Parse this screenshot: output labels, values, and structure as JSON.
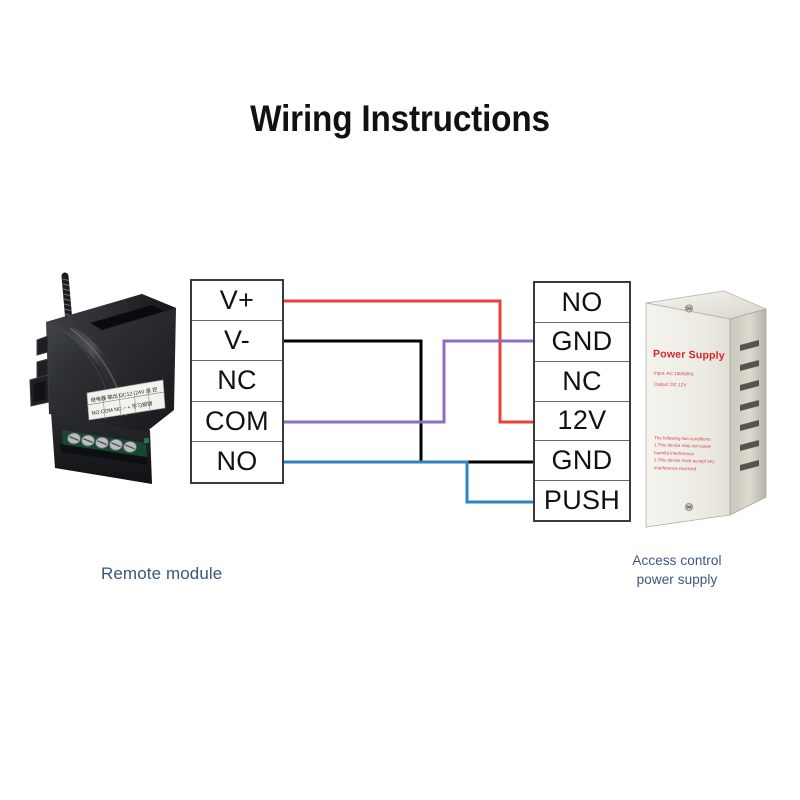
{
  "title": "Wiring Instructions",
  "left_block": {
    "name": "remote-module-terminals",
    "rows": [
      {
        "label": "V+"
      },
      {
        "label": "V-"
      },
      {
        "label": "NC"
      },
      {
        "label": "COM"
      },
      {
        "label": "NO"
      }
    ]
  },
  "right_block": {
    "name": "power-supply-terminals",
    "rows": [
      {
        "label": "NO"
      },
      {
        "label": "GND"
      },
      {
        "label": "NC"
      },
      {
        "label": "12V"
      },
      {
        "label": "GND"
      },
      {
        "label": "PUSH"
      }
    ]
  },
  "wires": [
    {
      "name": "wire-vplus-to-12v",
      "from": "V+",
      "to": "12V",
      "color": "#e8413c"
    },
    {
      "name": "wire-vminus-to-gnd",
      "from": "V-",
      "to": "GND",
      "color": "#000000"
    },
    {
      "name": "wire-com-to-gnd",
      "from": "COM",
      "to": "GND",
      "color": "#8c6fc0"
    },
    {
      "name": "wire-no-to-push",
      "from": "NO",
      "to": "PUSH",
      "color": "#2f82c4"
    }
  ],
  "devices": {
    "remote": {
      "caption": "Remote module",
      "label_terminals": "NO  COM  NC  −  +",
      "label_text_cn": "继电器 输出 DC12V学习",
      "label_learn_cn": "学习键"
    },
    "power_supply": {
      "caption_line1": "Access control",
      "caption_line2": "power supply",
      "brand": "Power Supply",
      "spec_input": "Input:  AC 100/60Hz",
      "spec_output": "Output:  DC 12V",
      "notice_line1": "The following two conditions:",
      "notice_line2": "1.This device may not cause",
      "notice_line3": "harmful interference",
      "notice_line4": "2.This device must accept any",
      "notice_line5": "interference received"
    }
  },
  "colors": {
    "wire_red": "#e8413c",
    "wire_black": "#000000",
    "wire_purple": "#8c6fc0",
    "wire_blue": "#2f82c4",
    "caption_blue": "#3c5580",
    "brand_red": "#d4242a",
    "border": "#3a3a3a"
  }
}
